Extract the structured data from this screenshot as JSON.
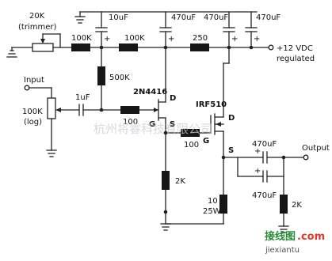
{
  "labels": {
    "trimmer_value": "20K",
    "trimmer_note": "(trimmer)",
    "r_100k_a": "100K",
    "r_100k_b": "100K",
    "c_10uf": "10uF",
    "c_470uf_1": "470uF",
    "c_470uf_2": "470uF",
    "c_470uf_3": "470uF",
    "r_250": "250",
    "supply_line1": "+12 VDC",
    "supply_line2": "regulated",
    "r_500k": "500K",
    "input": "Input",
    "pot_value": "100K",
    "pot_taper": "(log)",
    "c_1uf": "1uF",
    "q1_name": "2N4416",
    "q1_drain": "D",
    "q1_gate": "G",
    "q1_source": "S",
    "r_100_gate1": "100",
    "q2_name": "IRF510",
    "q2_drain": "D",
    "q2_gate": "G",
    "q2_source": "S",
    "r_100_gate2": "100",
    "c_out_1": "470uF",
    "c_out_2": "470uF",
    "output": "Output",
    "r_2k_q1": "2K",
    "r_10_line1": "10",
    "r_10_line2": "25W",
    "r_2k_out": "2K",
    "pol_plus": "+"
  },
  "watermark": {
    "center": "杭州将睿科技有限公司",
    "logo_text": "接线图",
    "logo_suffix": ".com",
    "site": "jiexiantu"
  },
  "colors": {
    "wire": "#222222",
    "resistor": "#161616",
    "watermark": "#c8ccd4",
    "logo": "#e03a2a"
  }
}
